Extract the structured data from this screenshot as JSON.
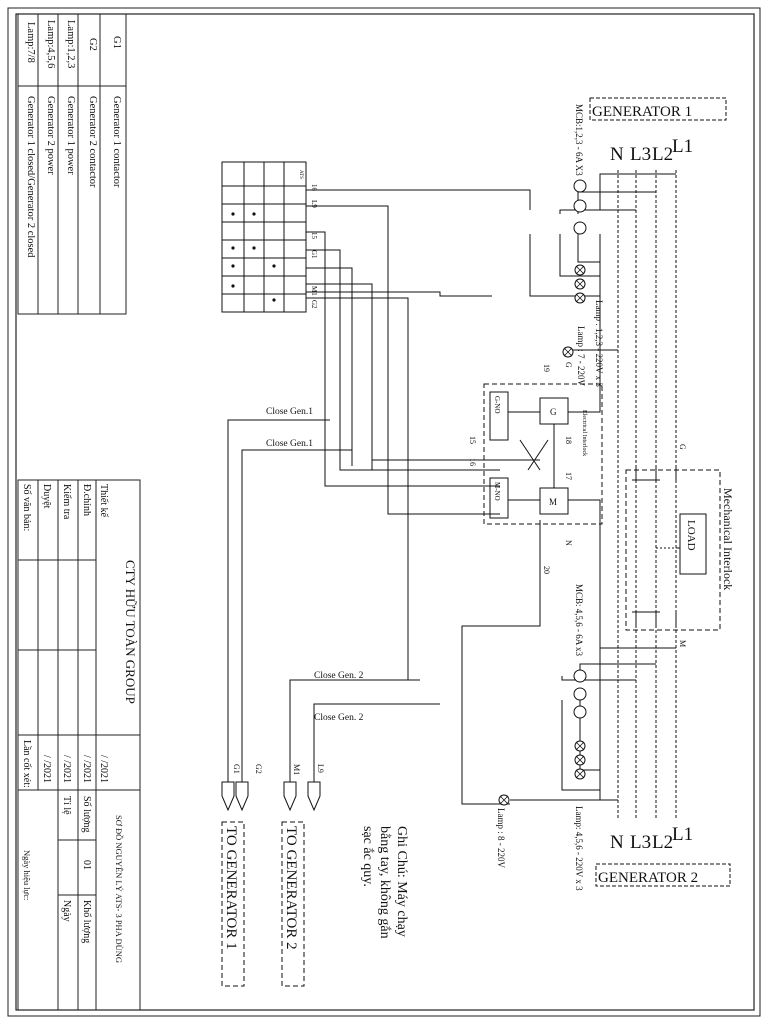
{
  "legend": {
    "rows": [
      {
        "key": "G1",
        "desc": "Generator 1 contactor"
      },
      {
        "key": "G2",
        "desc": "Generator 2 contactor"
      },
      {
        "key": "Lamp:1,2,3",
        "desc": "Generator 1 power"
      },
      {
        "key": "Lamp:4,5,6",
        "desc": "Generator 2 power"
      },
      {
        "key": "Lamp:7/8",
        "desc": "Generator 1 closed/Generator 2 closed"
      }
    ]
  },
  "title_block": {
    "company": "CTY HỮU TOÀN GROUP",
    "drawing_title": "SƠ ĐỒ NGUYÊN LÝ ATS- 3 PHA DÙNG",
    "rows": [
      {
        "label": "Thiết kế",
        "date": "/  /2021"
      },
      {
        "label": "Đ.chỉnh",
        "date": "/  /2021"
      },
      {
        "label": "Kiểm tra",
        "date": "/  /2021"
      },
      {
        "label": "Duyệt",
        "date": "/  /2021"
      },
      {
        "label": "Số văn bản:",
        "date": "Lần cốt xét:"
      }
    ],
    "qty_label": "Số lượng",
    "qty_value": "01",
    "sheet_label": "Khổ lượng",
    "scale_label": "Tỉ lệ",
    "date_label": "Ngày",
    "issue_label": "Ngày hiệu lực:"
  },
  "labels": {
    "gen1_title": "GENERATOR 1",
    "gen2_title": "GENERATOR 2",
    "l1": "L1",
    "l2": "L2",
    "l3": "L3",
    "n": "N",
    "mcb1": "MCB:1,2,3 - 6A X3",
    "mcb2": "MCB: 4,5,6 - 6A x3",
    "lamp123": "Lamp : 1,2,3 - 220V x 3",
    "lamp7": "Lamp : 7 - 220V",
    "lamp456": "Lamp: 4,5,6 - 220V x 3",
    "lamp8": "Lamp : 8 - 220V",
    "electrical_interlock": "Electrical Interlock",
    "mechanical_interlock": "Mechanical Interlock",
    "load": "LOAD",
    "g_no": "G-NO",
    "m_no": "M-NO",
    "coil_g": "G",
    "coil_m": "M",
    "close_gen1_a": "Close Gen.1",
    "close_gen1_b": "Close Gen.1",
    "close_gen2_a": "Close Gen. 2",
    "close_gen2_b": "Close Gen. 2",
    "to_gen1": "TO GENERATOR 1",
    "to_gen2": "TO GENERATOR 2",
    "term_g1": "G1",
    "term_g2": "G2",
    "term_m1": "M1",
    "term_l9": "L9",
    "note": [
      "Ghi Chú: Máy chạy",
      "bằng tay, không gắn",
      "sạc ắc quy."
    ],
    "ats": "ATS",
    "wire_16": "16",
    "wire_15": "15",
    "wire_17": "17",
    "wire_18": "18",
    "wire_19": "19",
    "wire_20": "20"
  },
  "colors": {
    "line": "#111111",
    "frame": "#222222"
  }
}
